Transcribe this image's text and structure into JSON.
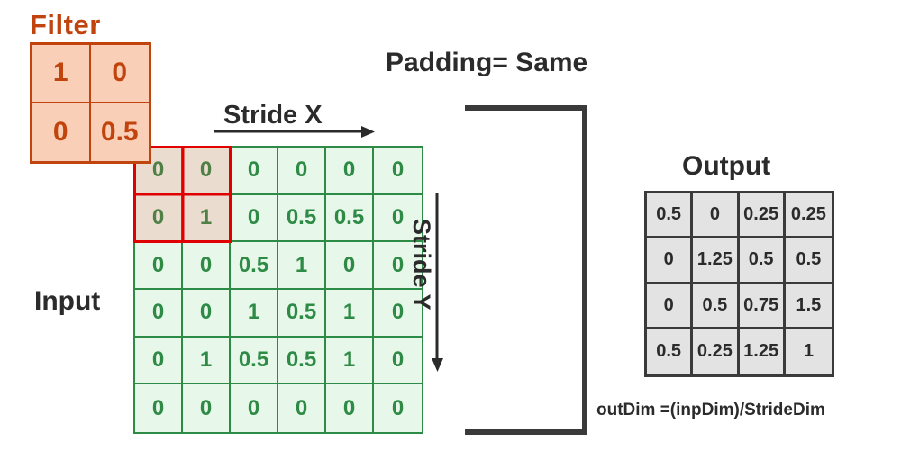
{
  "diagram": {
    "title_filter": "Filter",
    "title_input": "Input",
    "title_output": "Output",
    "padding_label": "Padding= Same",
    "stride_x_label": "Stride X",
    "stride_y_label": "Stride Y",
    "formula": "outDim =(inpDim)/StrideDim"
  },
  "colors": {
    "filter_accent": "#c1440e",
    "filter_fill": "#f9cfb8",
    "input_accent": "#2e8b45",
    "input_fill": "#e7f7e9",
    "highlight": "#e00000",
    "output_border": "#3a3a3a",
    "output_fill": "#e3e3e3",
    "text": "#2b2b2b"
  },
  "filter": {
    "rows": 2,
    "cols": 2,
    "values": [
      [
        "1",
        "0"
      ],
      [
        "0",
        "0.5"
      ]
    ]
  },
  "input": {
    "rows": 6,
    "cols": 6,
    "values": [
      [
        "0",
        "0",
        "0",
        "0",
        "0",
        "0"
      ],
      [
        "0",
        "1",
        "0",
        "0.5",
        "0.5",
        "0"
      ],
      [
        "0",
        "0",
        "0.5",
        "1",
        "0",
        "0"
      ],
      [
        "0",
        "0",
        "1",
        "0.5",
        "1",
        "0"
      ],
      [
        "0",
        "1",
        "0.5",
        "0.5",
        "1",
        "0"
      ],
      [
        "0",
        "0",
        "0",
        "0",
        "0",
        "0"
      ]
    ],
    "highlight_region": {
      "row": 0,
      "col": 0,
      "height": 2,
      "width": 2
    }
  },
  "output": {
    "rows": 4,
    "cols": 4,
    "values": [
      [
        "0.5",
        "0",
        "0.25",
        "0.25"
      ],
      [
        "0",
        "1.25",
        "0.5",
        "0.5"
      ],
      [
        "0",
        "0.5",
        "0.75",
        "1.5"
      ],
      [
        "0.5",
        "0.25",
        "1.25",
        "1"
      ]
    ]
  },
  "icons": {
    "stride_x_arrow": "arrow-right-icon",
    "stride_y_arrow": "arrow-down-icon",
    "bracket": "right-brace-icon"
  }
}
